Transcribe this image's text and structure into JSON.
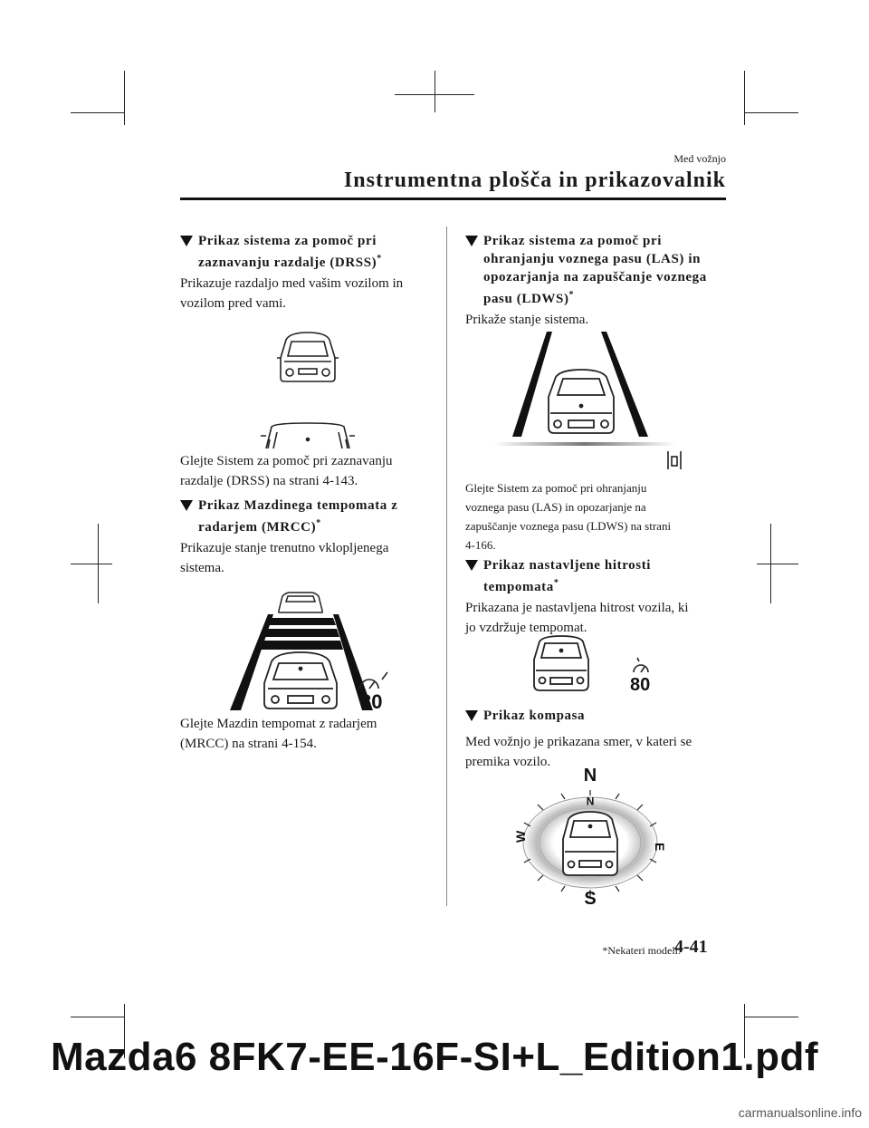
{
  "header": {
    "section_label": "Med vožnjo",
    "title": "Instrumentna plošča in prikazovalnik"
  },
  "left": {
    "drss": {
      "title_line1": "Prikaz sistema za pomoč pri",
      "title_line2": "zaznavanju razdalje (DRSS)",
      "star": "*",
      "desc_line1": "Prikazuje razdaljo med vašim vozilom in",
      "desc_line2": "vozilom pred vami.",
      "ref_line1": "Glejte Sistem za pomoč pri zaznavanju",
      "ref_line2": "razdalje (DRSS) na strani 4-143."
    },
    "mrcc": {
      "title_line1": "Prikaz Mazdinega tempomata z",
      "title_line2": "radarjem (MRCC)",
      "star": "*",
      "desc_line1": "Prikazuje stanje trenutno vklopljenega",
      "desc_line2": "sistema.",
      "speed": "80",
      "ref_line1": "Glejte Mazdin tempomat z radarjem",
      "ref_line2": "(MRCC) na strani 4-154."
    }
  },
  "right": {
    "las": {
      "title_line1": "Prikaz sistema za pomoč pri",
      "title_line2": "ohranjanju voznega pasu (LAS) in",
      "title_line3": "opozarjanja na zapuščanje voznega",
      "title_line4": "pasu (LDWS)",
      "star": "*",
      "desc": "Prikaže stanje sistema.",
      "ref_line1": "Glejte Sistem za pomoč pri ohranjanju",
      "ref_line2": "voznega pasu (LAS) in opozarjanje na",
      "ref_line3": "zapuščanje voznega pasu (LDWS) na strani",
      "ref_line4": "4-166."
    },
    "cruise": {
      "title_line1": "Prikaz nastavljene hitrosti",
      "title_line2": "tempomata",
      "star": "*",
      "desc_line1": "Prikazana je nastavljena hitrost vozila, ki",
      "desc_line2": "jo vzdržuje tempomat.",
      "speed": "80"
    },
    "compass": {
      "title": "Prikaz kompasa",
      "desc_line1": "Med vožnjo je prikazana smer, v kateri se",
      "desc_line2": "premika vozilo.",
      "n": "N",
      "s": "S",
      "e": "E",
      "w": "W",
      "inner_n": "N"
    }
  },
  "footer": {
    "footnote": "*Nekateri modeli.",
    "page_number": "4-41",
    "banner": "Mazda6 8FK7-EE-16F-SI+L_Edition1.pdf",
    "watermark": "carmanualsonline.info"
  }
}
